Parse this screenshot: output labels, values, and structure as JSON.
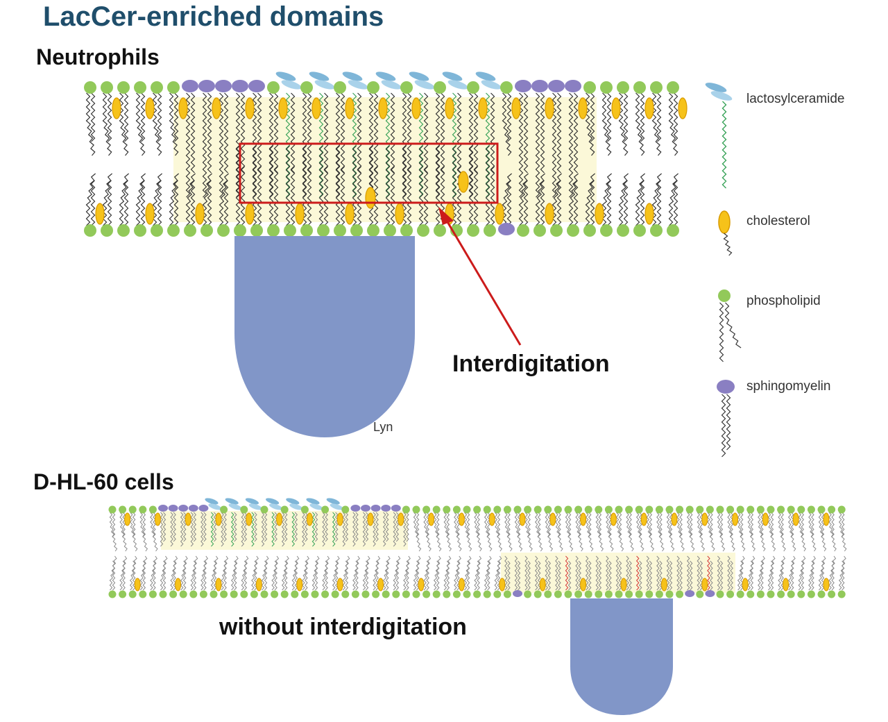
{
  "title": "LacCer-enriched domains",
  "sections": {
    "neutrophils": "Neutrophils",
    "dhl60": "D-HL-60 cells"
  },
  "annotations": {
    "interdigitation": "Interdigitation",
    "without": "without interdigitation",
    "lyn": "Lyn"
  },
  "legend": [
    {
      "key": "lactosylceramide",
      "label": "lactosylceramide"
    },
    {
      "key": "cholesterol",
      "label": "cholesterol"
    },
    {
      "key": "phospholipid",
      "label": "phospholipid"
    },
    {
      "key": "sphingomyelin",
      "label": "sphingomyelin"
    }
  ],
  "colors": {
    "title": "#1f4e6b",
    "phospholipid_head": "#92c95a",
    "sphingomyelin_head": "#8a7fc2",
    "lactosyl_head": "#7fb6d8",
    "lactosyl_tail": "#3aa35a",
    "cholesterol": "#f6c21a",
    "domain": "#fbf8d8",
    "lyn": "#8196c8",
    "interdigitation_box": "#cc1b1b",
    "tail_dark": "#333333",
    "tail_gray": "#8a8a8a"
  }
}
